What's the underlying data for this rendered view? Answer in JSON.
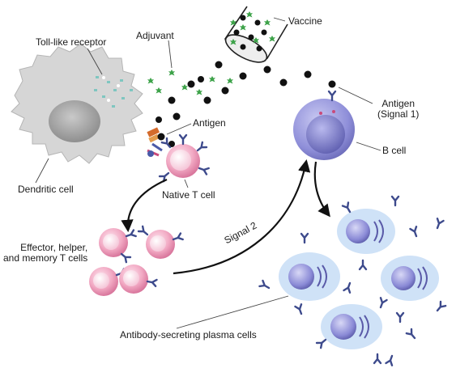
{
  "labels": {
    "adjuvant": "Adjuvant",
    "vaccine": "Vaccine",
    "toll_like_receptor": "Toll-like receptor",
    "antigen_dc": "Antigen",
    "antigen_signal1_line1": "Antigen",
    "antigen_signal1_line2": "(Signal 1)",
    "b_cell": "B cell",
    "dendritic_cell": "Dendritic cell",
    "native_t_cell": "Native T cell",
    "effector_line1": "Effector, helper,",
    "effector_line2": "and memory T cells",
    "signal2": "Signal 2",
    "plasma_cells": "Antibody-secreting plasma cells"
  },
  "colors": {
    "dendritic_body": "#d6d6d6",
    "dendritic_nucleus": "#9b9b9b",
    "t_cell": "#f2aac4",
    "b_cell": "#8f8fd9",
    "plasma_halo": "#cfe2f7",
    "antibody": "#3d4a8c",
    "antigen": "#111111",
    "adjuvant": "#3ea34a"
  }
}
